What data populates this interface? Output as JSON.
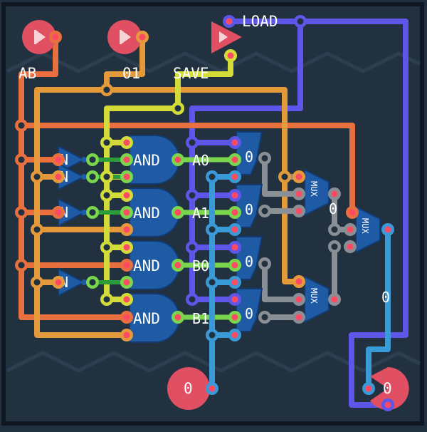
{
  "inputs": {
    "ab": {
      "label": "AB"
    },
    "bits": {
      "label": "01"
    },
    "save": {
      "label": "SAVE"
    },
    "load": {
      "label": "LOAD"
    }
  },
  "gates": {
    "not_label": "N",
    "and_label": "AND",
    "mux_label": "MUX"
  },
  "latches": [
    {
      "label": "A0",
      "value": "0"
    },
    {
      "label": "A1",
      "value": "0"
    },
    {
      "label": "B0",
      "value": "0"
    },
    {
      "label": "B1",
      "value": "0"
    }
  ],
  "mux_values": {
    "left": "0",
    "right": "0"
  },
  "outputs": {
    "left_value": "0",
    "right_value": "0",
    "wire_value": "0"
  },
  "colors": {
    "background": "#22313f",
    "frame": "#172331",
    "orange": "#e8703f",
    "amber": "#e49a3a",
    "yellow": "#d4dc3a",
    "purple": "#5d56e8",
    "blue": "#3a9ad8",
    "gray": "#8a8f95",
    "green": "#7ad64c",
    "gate_blue": "#1f5aa5",
    "pink": "#e04f62"
  }
}
